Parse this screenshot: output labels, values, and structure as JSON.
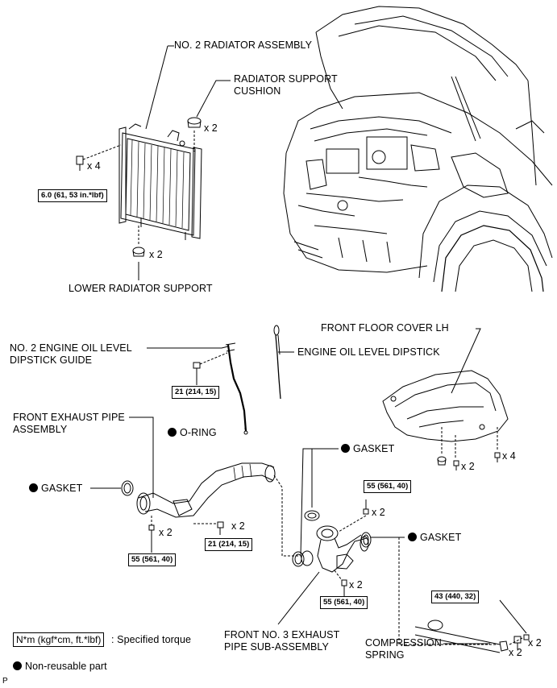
{
  "labels": {
    "radiator_assembly": "NO. 2 RADIATOR ASSEMBLY",
    "support_cushion_1": "RADIATOR SUPPORT",
    "support_cushion_2": "CUSHION",
    "lower_support": "LOWER RADIATOR SUPPORT",
    "dipstick_guide_1": "NO. 2 ENGINE OIL LEVEL",
    "dipstick_guide_2": "DIPSTICK GUIDE",
    "dipstick": "ENGINE OIL LEVEL DIPSTICK",
    "floor_cover": "FRONT FLOOR COVER LH",
    "exhaust_pipe_1": "FRONT EXHAUST PIPE",
    "exhaust_pipe_2": "ASSEMBLY",
    "o_ring": "O-RING",
    "gasket_left": "GASKET",
    "gasket_top": "GASKET",
    "gasket_right": "GASKET",
    "no3_pipe_1": "FRONT NO. 3 EXHAUST",
    "no3_pipe_2": "PIPE SUB-ASSEMBLY",
    "compression_1": "COMPRESSION",
    "compression_2": "SPRING",
    "page_marker": "P"
  },
  "torques": {
    "radiator_bolt": "6.0 (61, 53 in.*lbf)",
    "dipstick_bolt": "21 (214, 15)",
    "pipe_nut_left": "55 (561, 40)",
    "pipe_bolt_mid": "21 (214, 15)",
    "pipe_nut_upper_right": "55 (561, 40)",
    "pipe_nut_lower_right": "55 (561, 40)",
    "spring_bolt": "43 (440, 32)"
  },
  "quantities": {
    "cushion": "x 2",
    "radiator_bolt": "x 4",
    "lower_support": "x 2",
    "floor_cover_clip": "x 2",
    "floor_cover_bolt": "x 4",
    "pipe_nut_left": "x 2",
    "pipe_bolt_mid": "x 2",
    "pipe_nut_upper_right": "x 2",
    "pipe_nut_lower_right": "x 2",
    "spring_left": "x 2",
    "spring_right": "x 2"
  },
  "legend": {
    "torque_unit": "N*m (kgf*cm, ft.*lbf)",
    "torque_desc": ": Specified torque",
    "nonreusable": "Non-reusable part"
  }
}
